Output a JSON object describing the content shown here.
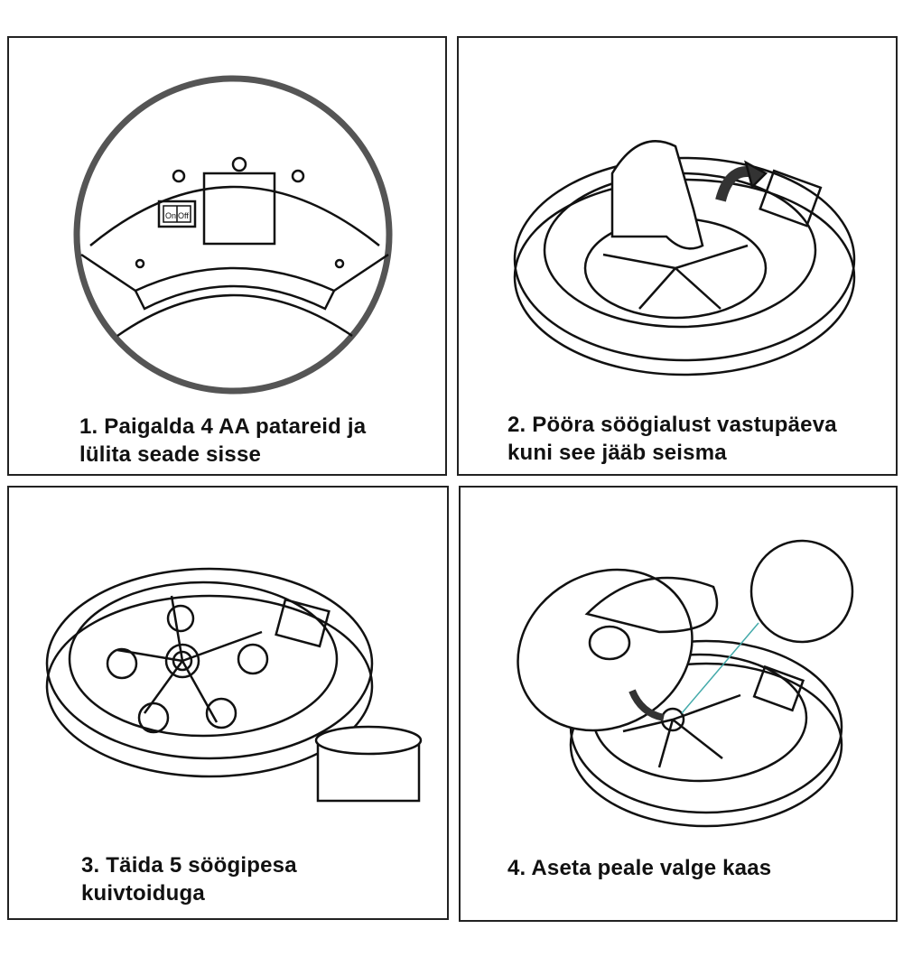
{
  "steps": [
    {
      "number": 1,
      "caption_line1": "1. Paigalda 4 AA patareid ja",
      "caption_line2": "lülita seade sisse",
      "switch_on": "On",
      "switch_off": "Off"
    },
    {
      "number": 2,
      "caption_line1": "2. Pööra söögialust vastupäeva",
      "caption_line2": "kuni see jääb seisma"
    },
    {
      "number": 3,
      "caption_line1": "3. Täida 5 söögipesa",
      "caption_line2": "kuivtoiduga"
    },
    {
      "number": 4,
      "caption_line1": "4. Aseta peale valge kaas"
    }
  ],
  "colors": {
    "line": "#111111",
    "circle": "#555555",
    "arrow": "#333333"
  }
}
